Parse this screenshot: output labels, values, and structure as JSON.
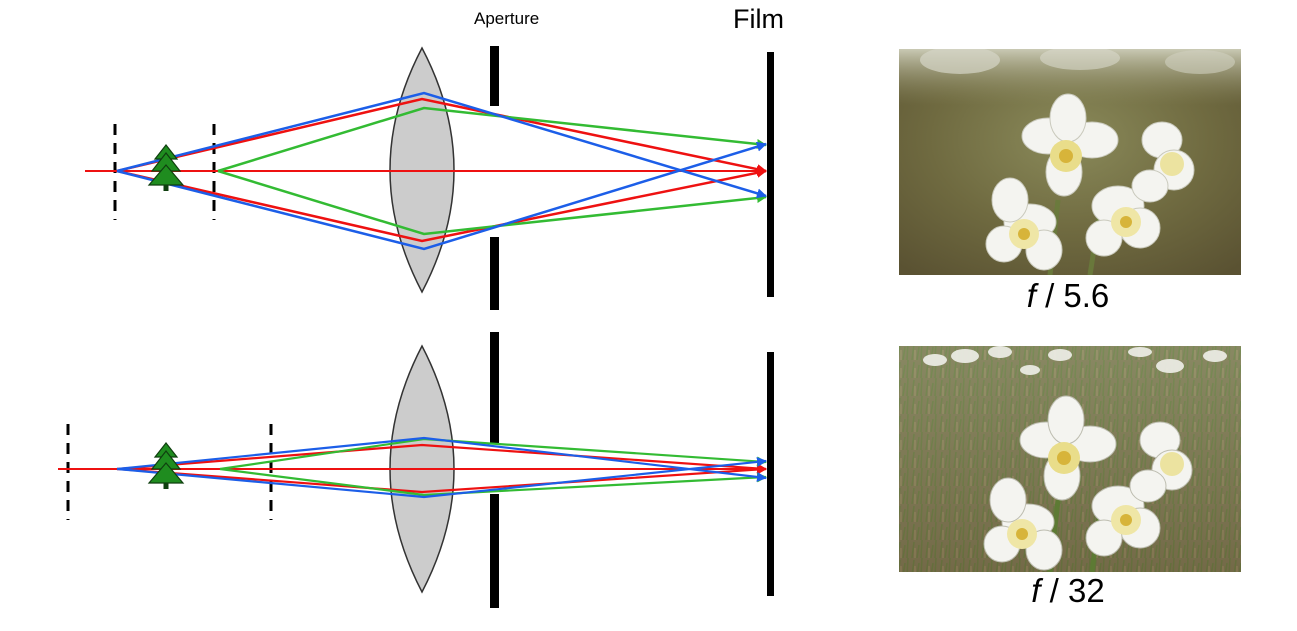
{
  "labels": {
    "aperture": "Aperture",
    "film": "Film"
  },
  "photos": [
    {
      "f_symbol": "f",
      "f_value": "/ 5.6"
    },
    {
      "f_symbol": "f",
      "f_value": "/ 32"
    }
  ],
  "colors": {
    "ray_red": "#ee1111",
    "ray_green": "#33bb33",
    "ray_blue": "#1c5ee8",
    "lens_fill": "#cccccc",
    "tree": "#1f8c1f"
  },
  "icons": [
    "tree-icon",
    "lens-shape",
    "flower-photo"
  ]
}
